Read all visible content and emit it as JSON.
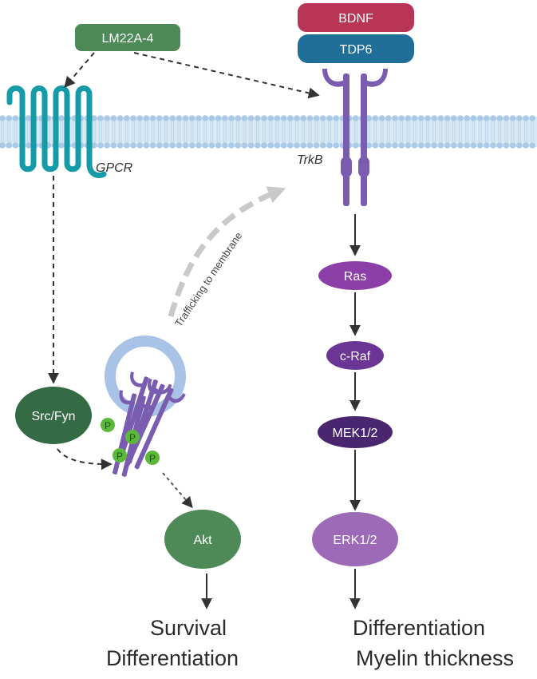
{
  "ligand": {
    "label": "LM22A-4"
  },
  "receptor_ligands": {
    "bdnf": "BDNF",
    "tdp6": "TDP6"
  },
  "membrane": {
    "gpcr_label": "GPCR",
    "trkb_label": "TrkB"
  },
  "vesicle": {
    "phospho_label": "P",
    "trafficking_label": "Trafficking to membrane"
  },
  "left_pathway": {
    "src_fyn": "Src/Fyn",
    "akt": "Akt",
    "outcomes": [
      "Survival",
      "Differentiation"
    ]
  },
  "right_pathway": {
    "ras": "Ras",
    "craf": "c-Raf",
    "mek": "MEK1/2",
    "erk": "ERK1/2",
    "outcomes": [
      "Differentiation",
      "Myelin thickness"
    ]
  },
  "colors": {
    "green": "#4e8a57",
    "dark_green": "#356b44",
    "bdnf_red": "#b93556",
    "tdp6_blue": "#1f6f98",
    "teal_gpcr": "#159aa7",
    "purple_receptor": "#7a5db0",
    "ras_purple": "#8c3fa8",
    "craf_purple": "#6b3595",
    "mek_purple": "#4a2670",
    "erk_purple": "#9c6ab7",
    "membrane_blue": "#a9c9e6",
    "phospho_green": "#5cb83a"
  }
}
